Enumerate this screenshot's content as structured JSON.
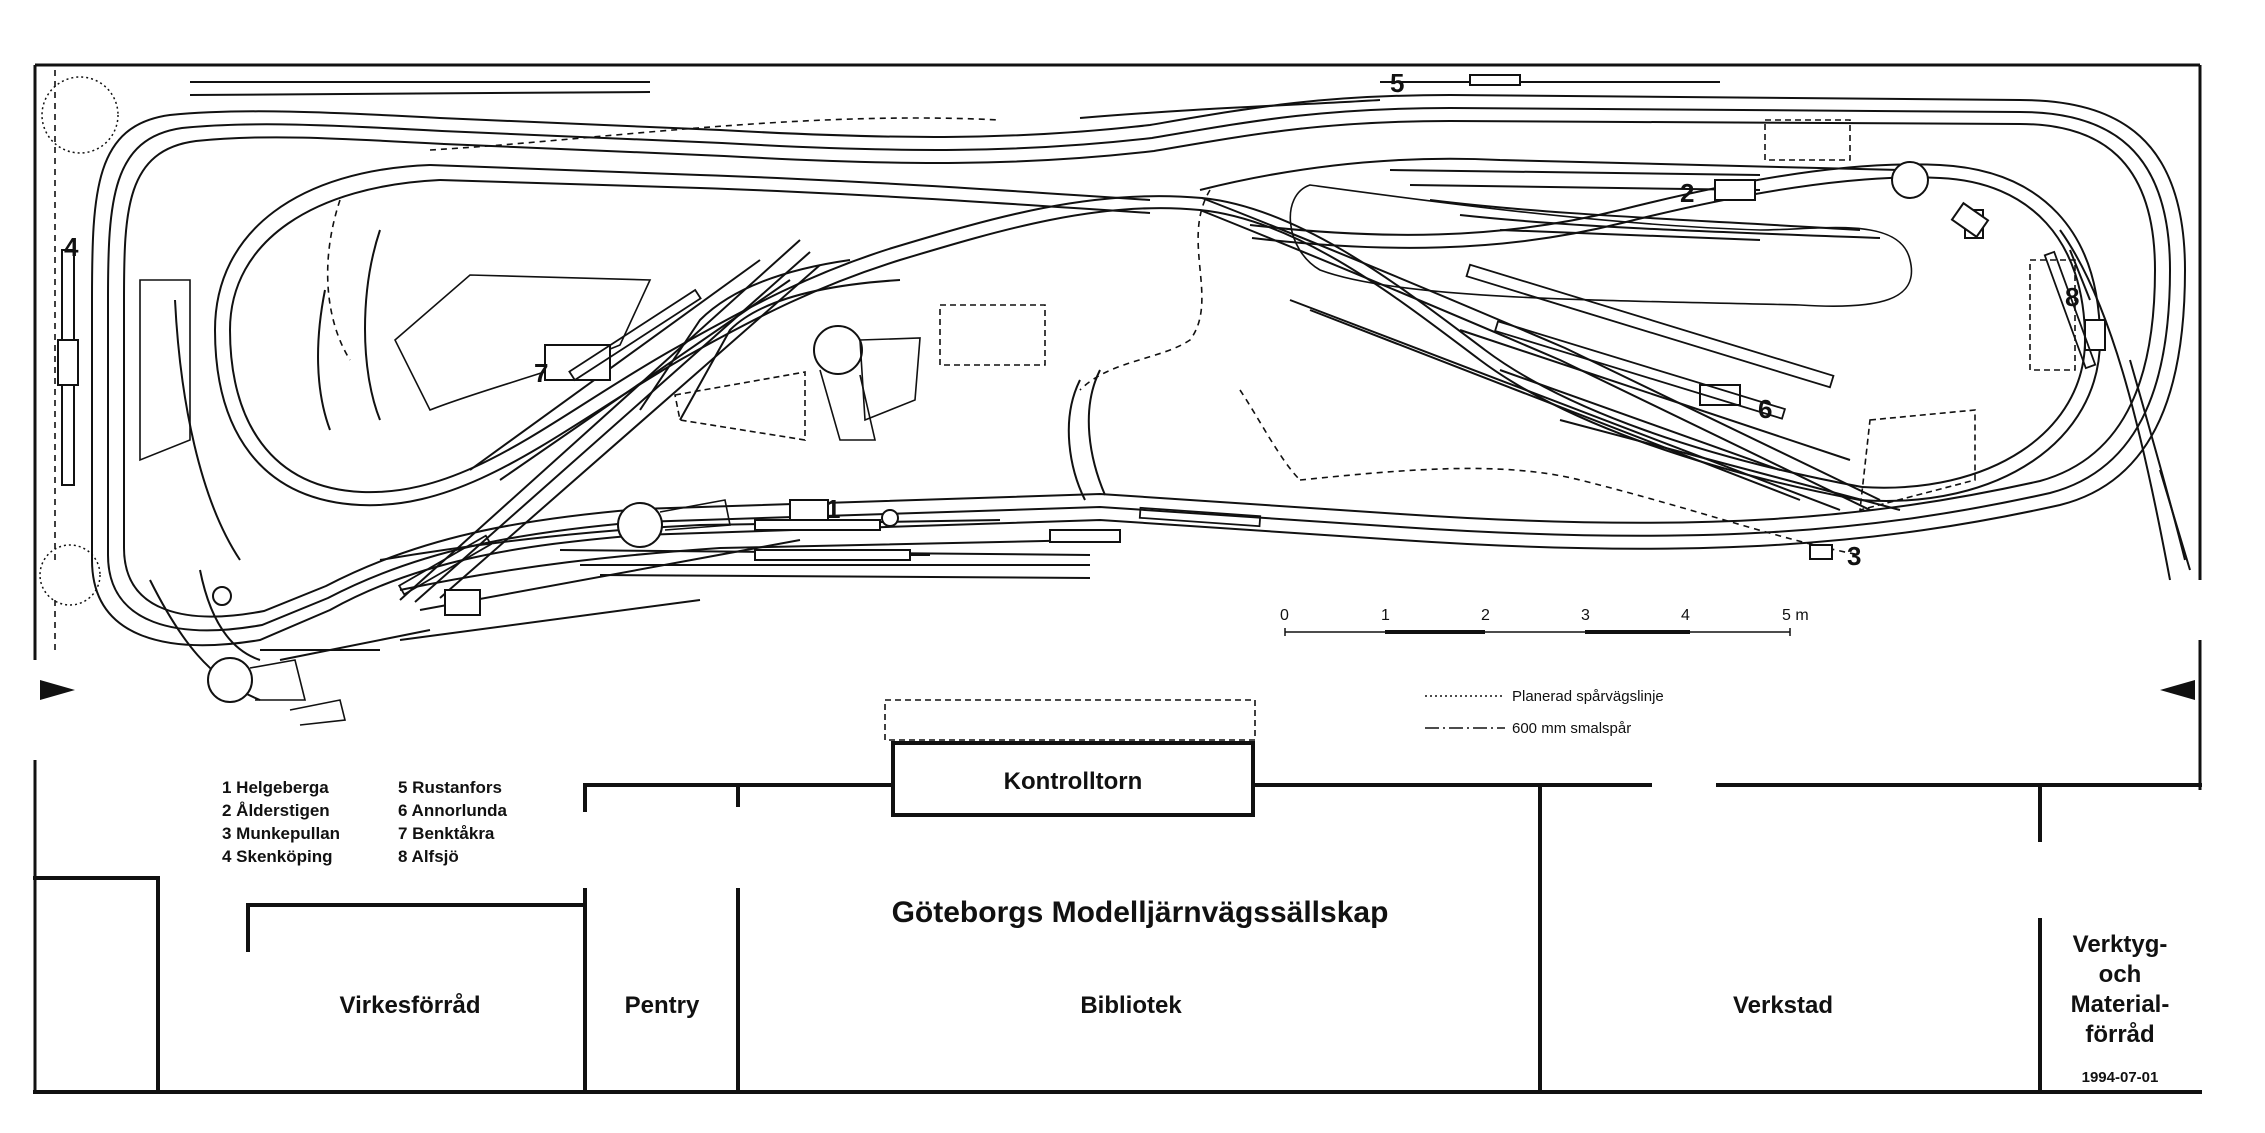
{
  "station_markers": [
    "1",
    "2",
    "3",
    "4",
    "5",
    "6",
    "7",
    "8"
  ],
  "legend_stations": [
    "1 Helgeberga",
    "2 Ålderstigen",
    "3 Munkepullan",
    "4 Skenköping",
    "5 Rustanfors",
    "6 Annorlunda",
    "7 Benktåkra",
    "8 Alfsjö"
  ],
  "scale": {
    "ticks": [
      "0",
      "1",
      "2",
      "3",
      "4",
      "5 m"
    ]
  },
  "line_legend": {
    "planned_tram": "Planerad spårvägslinje",
    "narrow_gauge": "600 mm smalspår"
  },
  "rooms": {
    "control_tower": "Kontrolltorn",
    "title": "Göteborgs Modelljärnvägssällskap",
    "lumber_store": "Virkesförråd",
    "pantry": "Pentry",
    "library": "Bibliotek",
    "workshop": "Verkstad",
    "tool_store_lines": [
      "Verktyg-",
      "och",
      "Material-",
      "förråd"
    ]
  },
  "date": "1994-07-01",
  "colors": {
    "ink": "#111111",
    "paper": "#ffffff"
  }
}
